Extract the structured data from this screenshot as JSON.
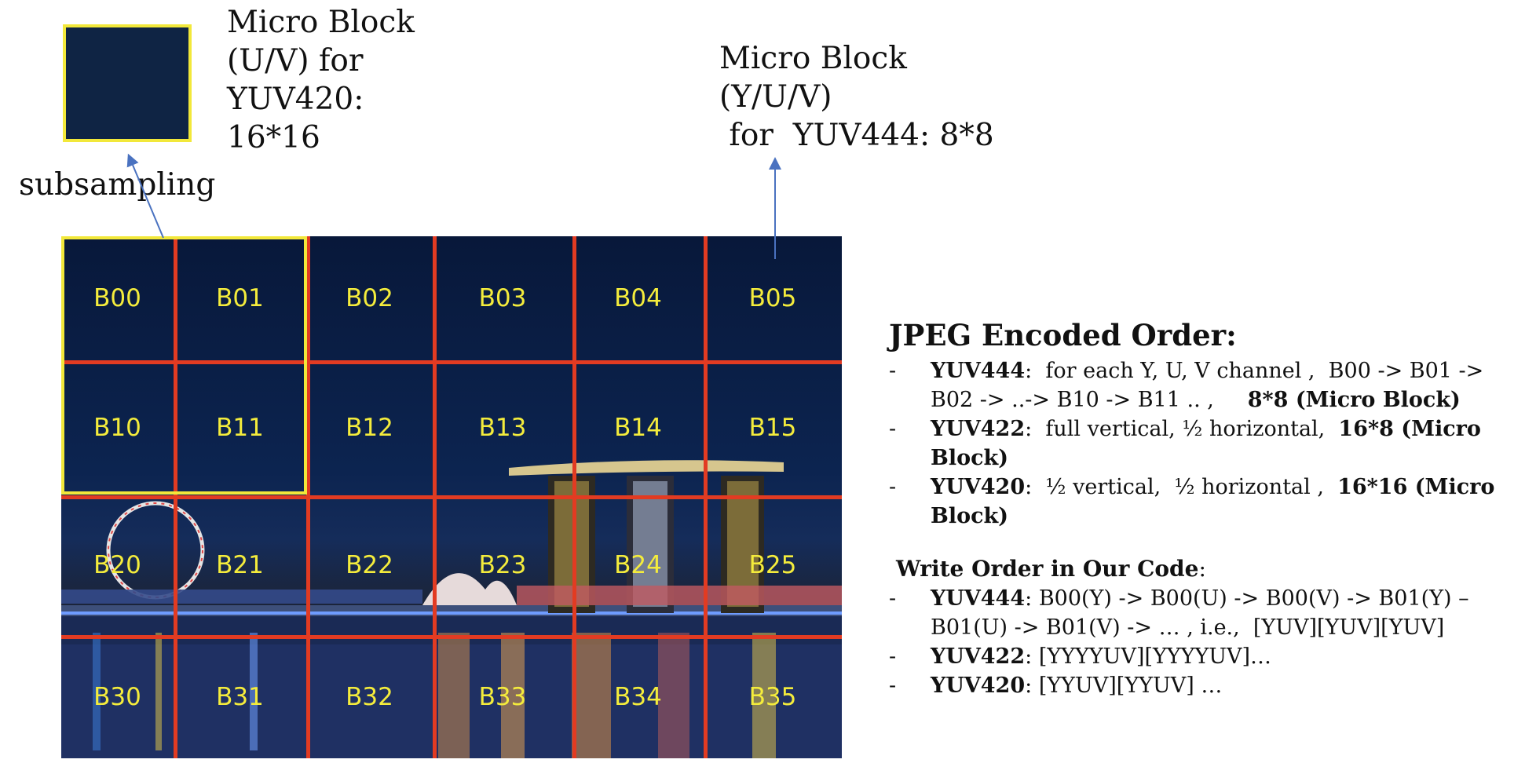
{
  "micro_block_uv": {
    "lines": "Micro Block\n(U/V) for\nYUV420:\n16*16"
  },
  "micro_block_yuv": {
    "lines": "Micro Block\n(Y/U/V)\n for  YUV444: 8*8"
  },
  "subsampling_label": "subsampling",
  "grid": {
    "rows": [
      [
        "B00",
        "B01",
        "B02",
        "B03",
        "B04",
        "B05"
      ],
      [
        "B10",
        "B11",
        "B12",
        "B13",
        "B14",
        "B15"
      ],
      [
        "B20",
        "B21",
        "B22",
        "B23",
        "B24",
        "B25"
      ],
      [
        "B30",
        "B31",
        "B32",
        "B33",
        "B34",
        "B35"
      ]
    ],
    "line_color": "#e23b22",
    "label_color": "#f4ec3c",
    "highlight_color": "#f2e83a"
  },
  "jpeg_order": {
    "title": "JPEG Encoded Order:",
    "items": [
      {
        "bullet": "-",
        "key": "YUV444",
        "text": ":  for each Y, U, V channel ,  B00 -> B01 -> B02 -> ..-> B10 -> B11 .. ,     ",
        "tail": "8*8 (Micro Block)"
      },
      {
        "bullet": "-",
        "key": "YUV422",
        "text": ":  full vertical, ½ horizontal,  ",
        "tail": "16*8 (Micro Block)"
      },
      {
        "bullet": "-",
        "key": "YUV420",
        "text": ":  ½ vertical,  ½ horizontal ,  ",
        "tail": "16*16 (Micro Block)"
      }
    ]
  },
  "write_order": {
    "title": "Write Order in Our Code",
    "title_suffix": ":",
    "items": [
      {
        "bullet": "-",
        "key": "YUV444",
        "text": ": B00(Y) -> B00(U) -> B00(V) -> B01(Y) – B01(U) -> B01(V) -> … , i.e.,  [YUV][YUV][YUV]"
      },
      {
        "bullet": "-",
        "key": "YUV422",
        "text": ": [YYYYUV][YYYYUV]…"
      },
      {
        "bullet": "-",
        "key": "YUV420",
        "text": ": [YYUV][YYUV] …"
      }
    ]
  }
}
